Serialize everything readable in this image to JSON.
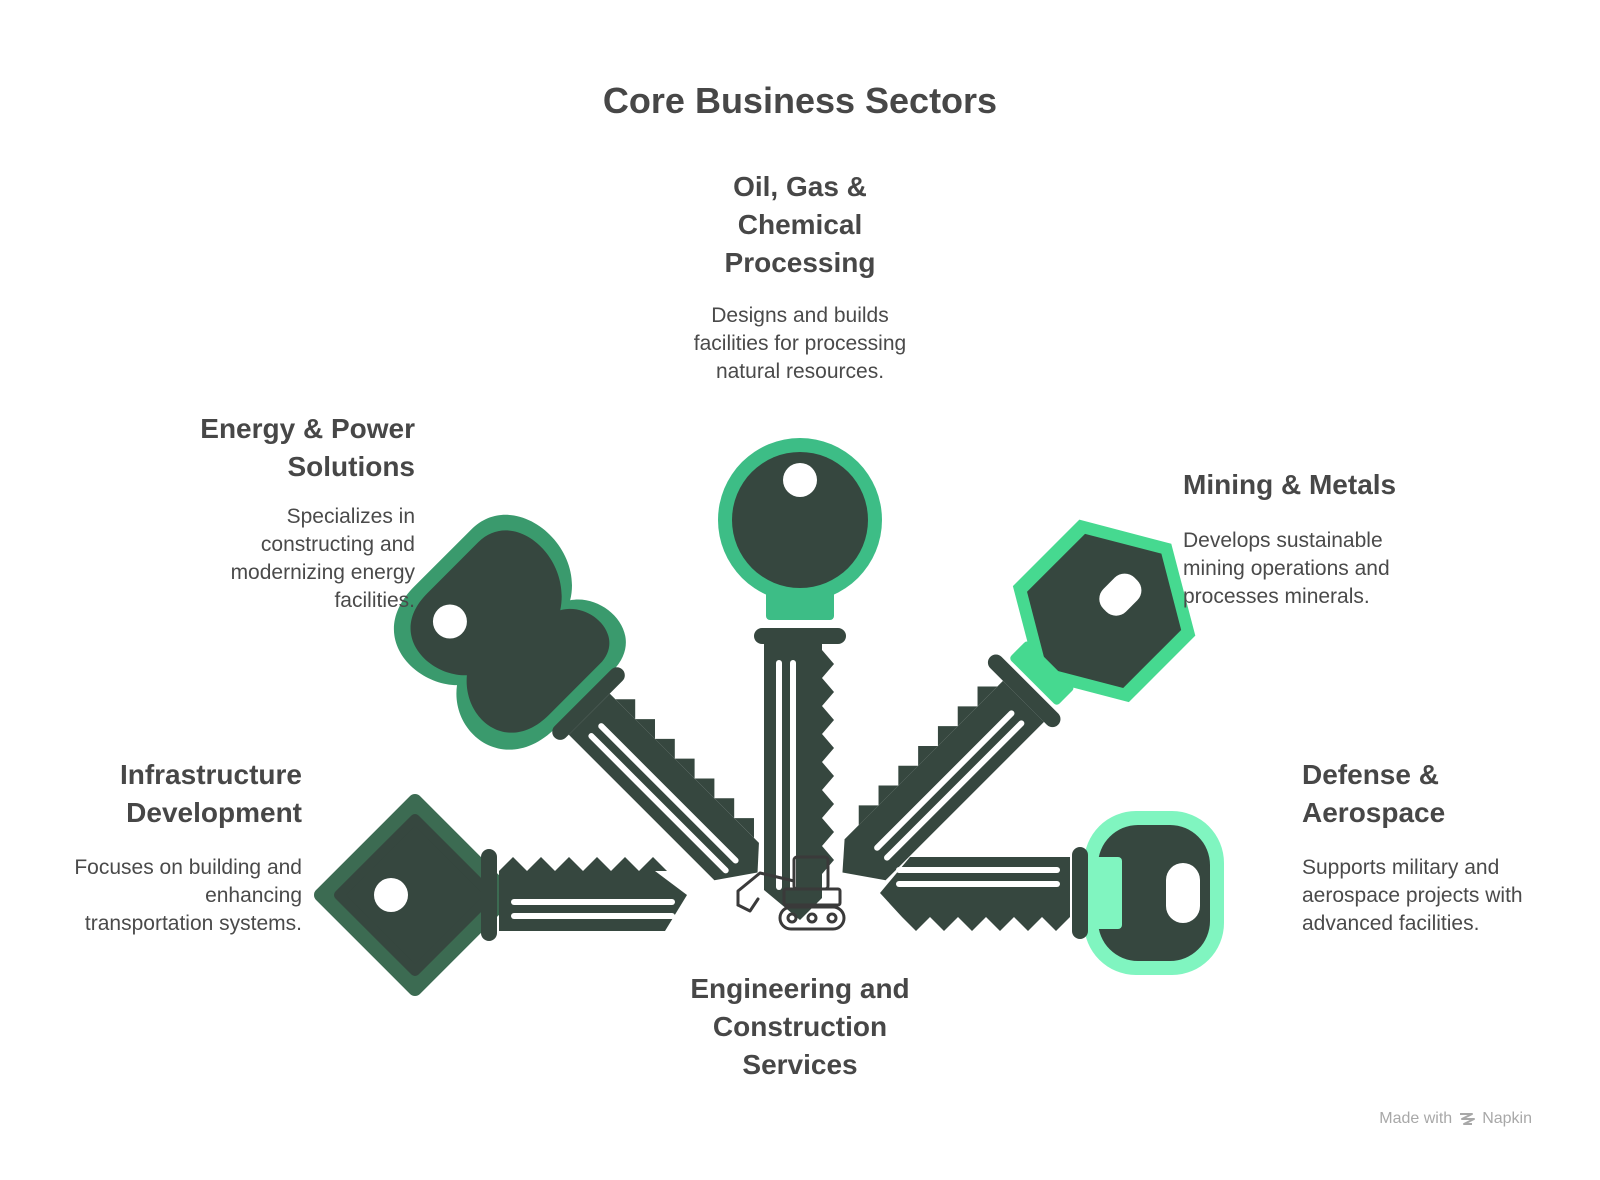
{
  "title": "Core Business Sectors",
  "center": {
    "label": "Engineering and\nConstruction\nServices",
    "icon": "excavator-icon"
  },
  "sectors": [
    {
      "id": "oil-gas",
      "heading": "Oil, Gas &\nChemical\nProcessing",
      "description": "Designs and builds\nfacilities for processing\nnatural resources.",
      "key_color": "#3dbd86"
    },
    {
      "id": "energy",
      "heading": "Energy & Power\nSolutions",
      "description": "Specializes in\nconstructing and\nmodernizing energy\nfacilities.",
      "key_color": "#3a9a6d"
    },
    {
      "id": "mining",
      "heading": "Mining & Metals",
      "description": "Develops sustainable\nmining operations and\nprocesses minerals.",
      "key_color": "#46d990"
    },
    {
      "id": "infrastructure",
      "heading": "Infrastructure\nDevelopment",
      "description": "Focuses on building and\nenhancing\ntransportation systems.",
      "key_color": "#3c6b52"
    },
    {
      "id": "defense",
      "heading": "Defense &\nAerospace",
      "description": "Supports military and\naerospace projects with\nadvanced facilities.",
      "key_color": "#80f5c0"
    }
  ],
  "colors": {
    "key_body": "#36473f",
    "text": "#474747"
  },
  "watermark": {
    "prefix": "Made with",
    "brand": "Napkin",
    "icon": "napkin-logo-icon"
  }
}
